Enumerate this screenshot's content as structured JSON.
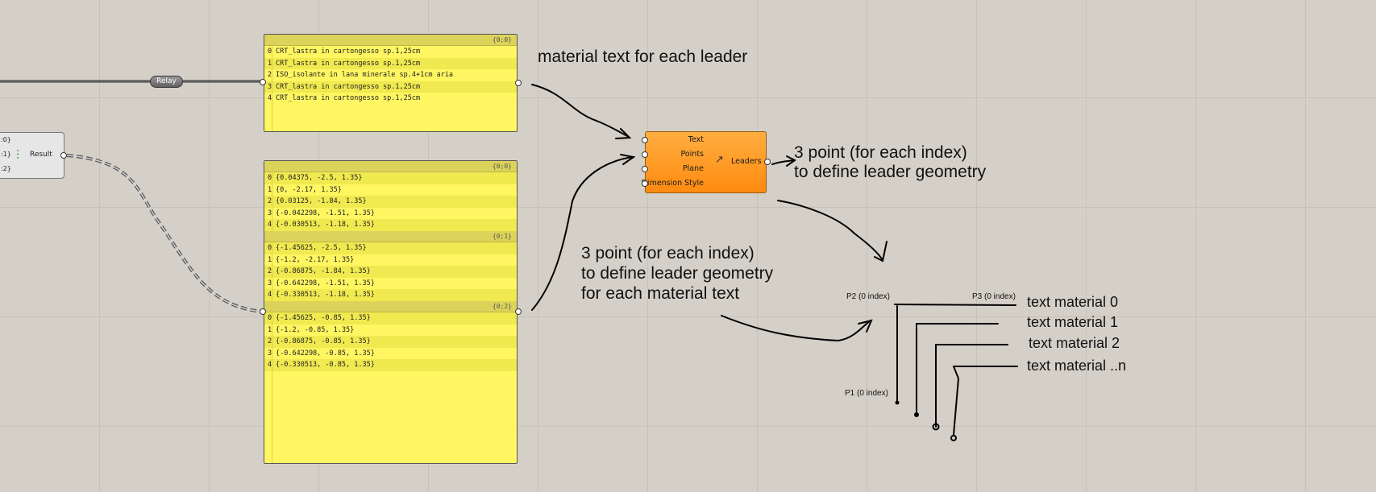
{
  "relay": {
    "label": "Relay"
  },
  "left_component": {
    "outputs": [
      ":0}",
      ":1}",
      ":2}"
    ],
    "label": "Result"
  },
  "text_panel": {
    "branch": "{0;0}",
    "items": [
      "CRT_lastra in cartongesso sp.1,25cm",
      "CRT_lastra in cartongesso sp.1,25cm",
      "ISO_isolante in lana minerale sp.4+1cm aria",
      "CRT_lastra in cartongesso sp.1,25cm",
      "CRT_lastra in cartongesso sp.1,25cm"
    ]
  },
  "points_panel": {
    "branches": [
      {
        "path": "{0;0}",
        "items": [
          "{0.04375, -2.5, 1.35}",
          "{0, -2.17, 1.35}",
          "{0.03125, -1.84, 1.35}",
          "{-0.042298, -1.51, 1.35}",
          "{-0.030513, -1.18, 1.35}"
        ]
      },
      {
        "path": "{0;1}",
        "items": [
          "{-1.45625, -2.5, 1.35}",
          "{-1.2, -2.17, 1.35}",
          "{-0.86875, -1.84, 1.35}",
          "{-0.642298, -1.51, 1.35}",
          "{-0.330513, -1.18, 1.35}"
        ]
      },
      {
        "path": "{0;2}",
        "items": [
          "{-1.45625, -0.85, 1.35}",
          "{-1.2, -0.85, 1.35}",
          "{-0.86875, -0.85, 1.35}",
          "{-0.642298, -0.85, 1.35}",
          "{-0.330513, -0.85, 1.35}"
        ]
      }
    ]
  },
  "leaders_component": {
    "inputs": [
      "Text",
      "Points",
      "Plane",
      "Dimension Style"
    ],
    "output": "Leaders",
    "icon": "leader-icon"
  },
  "annotations": {
    "material_text": "material text for each leader",
    "three_point_a_line1": "3 point (for each index)",
    "three_point_a_line2": "to define leader geometry",
    "three_point_b_line1": "3 point (for each index)",
    "three_point_b_line2": "to define leader geometry",
    "three_point_b_line3": "for each material text",
    "p2": "P2 (0 index)",
    "p3": "P3 (0 index)",
    "p1": "P1 (0 index)",
    "text_material_0": "text material 0",
    "text_material_1": "text material 1",
    "text_material_2": "text material 2",
    "text_material_n": "text material ..n"
  }
}
